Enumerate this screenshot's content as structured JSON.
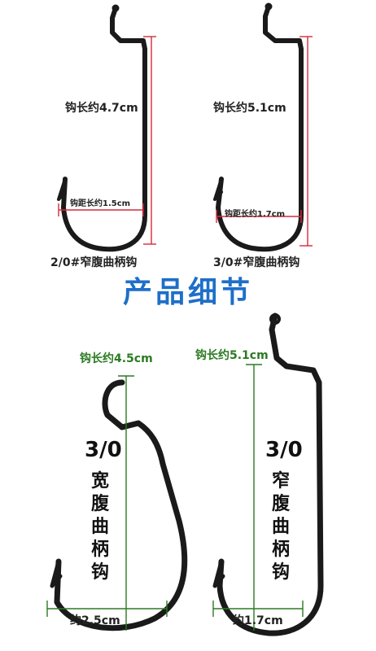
{
  "top": {
    "left_hook": {
      "length_label": "钩长约4.7cm",
      "gap_label": "钩距长约1.5cm",
      "caption": "2/0#窄腹曲柄钩"
    },
    "right_hook": {
      "length_label": "钩长约5.1cm",
      "gap_label": "钩距长约1.7cm",
      "caption": "3/0#窄腹曲柄钩"
    }
  },
  "section_title": "产品细节",
  "bottom": {
    "left_hook": {
      "length_label": "钩长约4.5cm",
      "size_label": "3/0",
      "type_chars": [
        "宽",
        "腹",
        "曲",
        "柄",
        "钩"
      ],
      "gap_label": "约2.5cm"
    },
    "right_hook": {
      "length_label": "钩长约5.1cm",
      "size_label": "3/0",
      "type_chars": [
        "窄",
        "腹",
        "曲",
        "柄",
        "钩"
      ],
      "gap_label": "约1.7cm"
    }
  },
  "colors": {
    "title": "#1e6fc8",
    "red_measure": "#d62a3a",
    "green_measure": "#2c7a22",
    "hook_metal": "#1a1a1a"
  }
}
